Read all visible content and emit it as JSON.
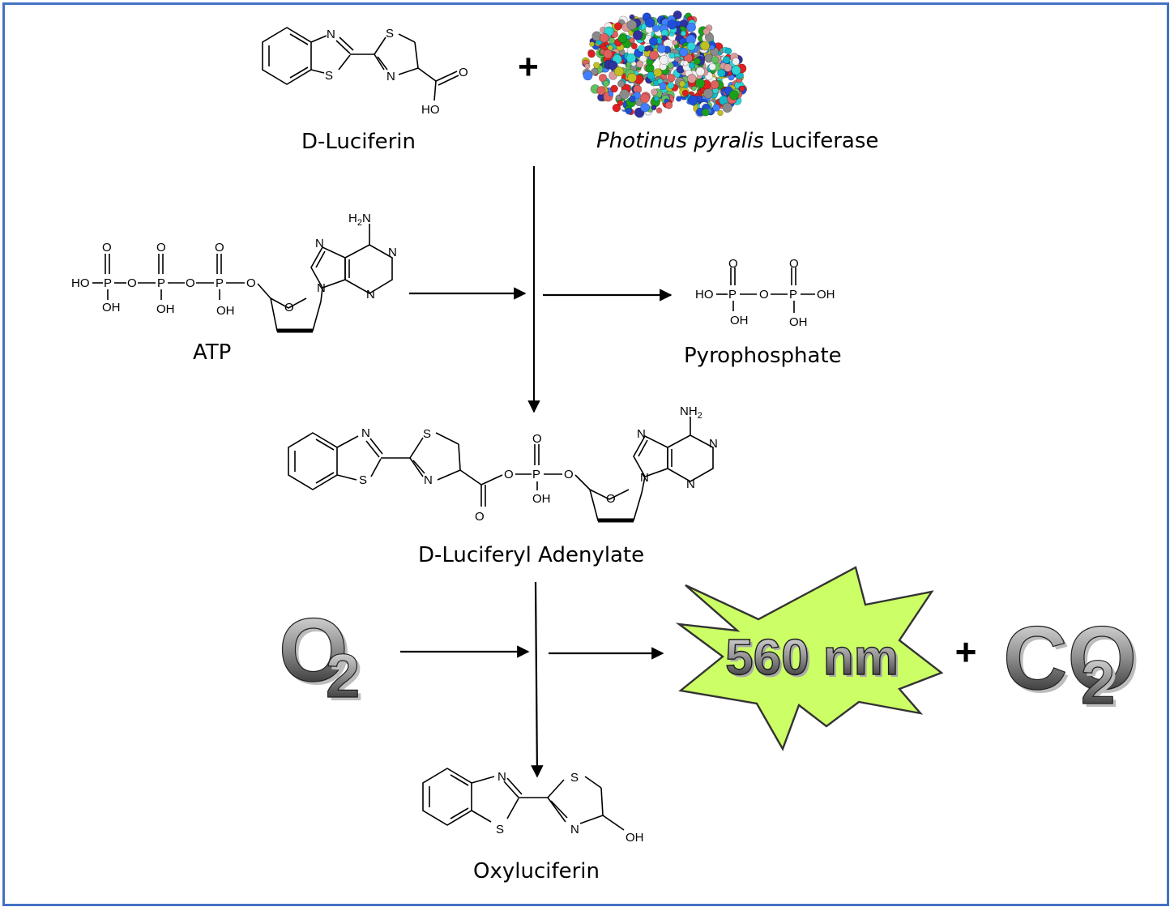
{
  "labels": {
    "luciferin": "D-Luciferin",
    "luciferase_species": "Photinus pyralis",
    "luciferase_word": "Luciferase",
    "atp": "ATP",
    "pyrophosphate": "Pyrophosphate",
    "adenylate": "D-Luciferyl Adenylate",
    "oxyluciferin": "Oxyluciferin"
  },
  "plus_sign": "+",
  "oxygen": {
    "symbol": "O",
    "subscript": "2"
  },
  "carbon_dioxide": {
    "symbol": "CO",
    "subscript": "2"
  },
  "emission": "560 nm",
  "atoms": {
    "N": "N",
    "S": "S",
    "O": "O",
    "P": "P",
    "OH": "OH",
    "HO": "HO",
    "H2N": "H2N",
    "NH2": "NH2"
  },
  "colors": {
    "frame": "#4472c4",
    "burst_fill": "#ccff66",
    "text_gray_light": "#dcdcdc",
    "text_gray_dark": "#2a2a2a"
  },
  "icons": {
    "luciferase": "protein-structure-icon",
    "burst": "light-burst-icon"
  }
}
